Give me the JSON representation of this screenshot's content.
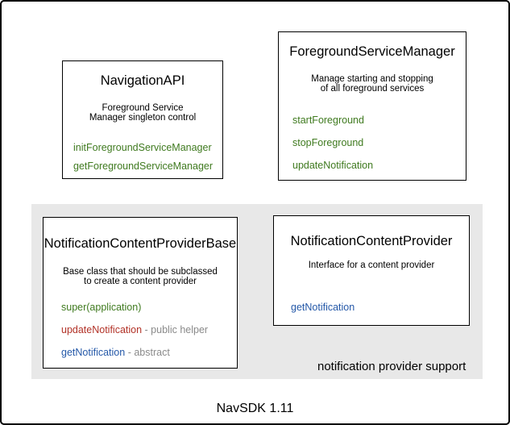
{
  "diagram": {
    "footer_label": "NavSDK 1.11",
    "panel_label": "notification provider support"
  },
  "colors": {
    "method_green": "#3f7a1f",
    "method_red": "#b23227",
    "method_blue": "#2458a8",
    "annotation_gray": "#8a8a8a",
    "panel_background": "#e8e8e8",
    "border": "#000000",
    "background": "#ffffff"
  },
  "boxes": {
    "navigation_api": {
      "title": "NavigationAPI",
      "description": [
        "Foreground Service",
        "Manager singleton control"
      ],
      "methods": [
        {
          "name": "initForegroundServiceManager",
          "suffix": "",
          "color": "green"
        },
        {
          "name": "getForegroundServiceManager",
          "suffix": "",
          "color": "green"
        }
      ]
    },
    "foreground_service_manager": {
      "title": "ForegroundServiceManager",
      "description": [
        "Manage starting and stopping",
        "of all foreground services"
      ],
      "methods": [
        {
          "name": "startForeground",
          "suffix": "",
          "color": "green"
        },
        {
          "name": "stopForeground",
          "suffix": "",
          "color": "green"
        },
        {
          "name": "updateNotification",
          "suffix": "",
          "color": "green"
        }
      ]
    },
    "notification_content_provider_base": {
      "title": "NotificationContentProviderBase",
      "description": [
        "Base class that should be subclassed",
        "to create a content provider"
      ],
      "methods": [
        {
          "name": "super(application)",
          "suffix": "",
          "color": "green"
        },
        {
          "name": "updateNotification",
          "suffix": " - public helper",
          "color": "red"
        },
        {
          "name": "getNotification",
          "suffix": " - abstract",
          "color": "blue"
        }
      ]
    },
    "notification_content_provider": {
      "title": "NotificationContentProvider",
      "description": [
        "Interface for a content provider"
      ],
      "methods": [
        {
          "name": "getNotification",
          "suffix": "",
          "color": "blue"
        }
      ]
    }
  }
}
